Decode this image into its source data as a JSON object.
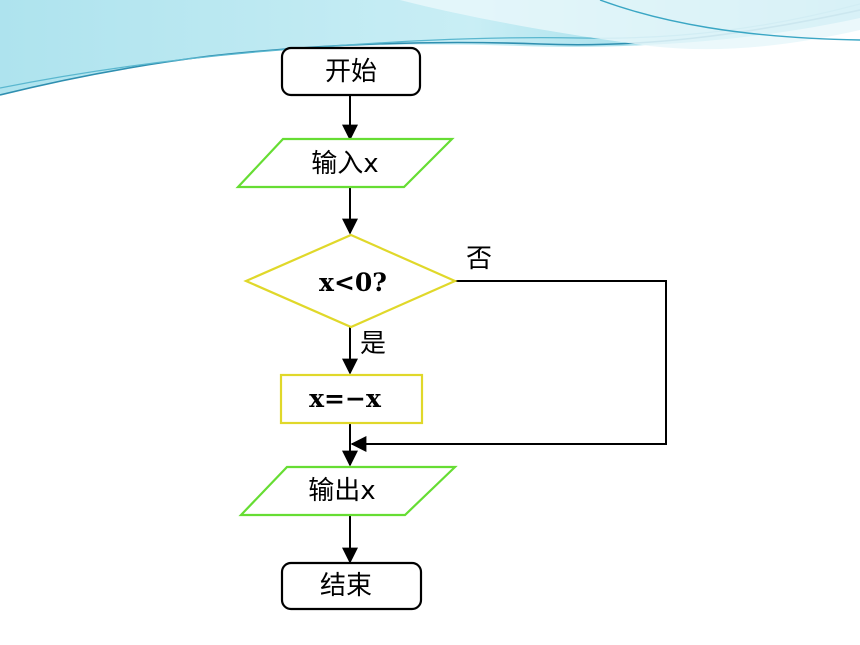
{
  "flowchart": {
    "start": {
      "label": "开始"
    },
    "input": {
      "label": "输入x"
    },
    "decision": {
      "label": "x<0?"
    },
    "process": {
      "label": "x=−x"
    },
    "output": {
      "label": "输出x"
    },
    "end": {
      "label": "结束"
    },
    "branch_yes": {
      "label": "是"
    },
    "branch_no": {
      "label": "否"
    }
  },
  "colors": {
    "terminal_stroke": "#000000",
    "io_stroke": "#66dd33",
    "decision_stroke": "#e0d82a",
    "process_stroke": "#e0d82a",
    "connector": "#000000",
    "banner_light": "#d8f1f6",
    "banner_mid": "#8fd6e4",
    "banner_dark": "#3aa6c4"
  }
}
